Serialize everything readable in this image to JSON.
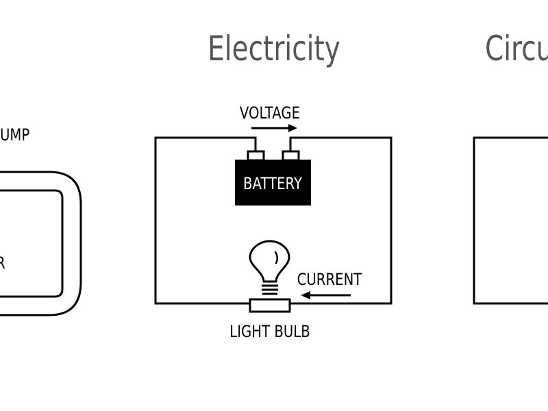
{
  "panels": {
    "left": {
      "labels": {
        "pump_fragment": "UMP",
        "inner_fragment": "R"
      }
    },
    "center": {
      "title": "Electricity",
      "labels": {
        "voltage": "VOLTAGE",
        "battery": "BATTERY",
        "current": "CURRENT",
        "light_bulb": "LIGHT BULB"
      }
    },
    "right": {
      "title_fragment": "Circu"
    }
  },
  "colors": {
    "title": "#555555",
    "line": "#000000",
    "battery_fill": "#000000",
    "battery_text": "#ffffff",
    "background": "#ffffff"
  }
}
